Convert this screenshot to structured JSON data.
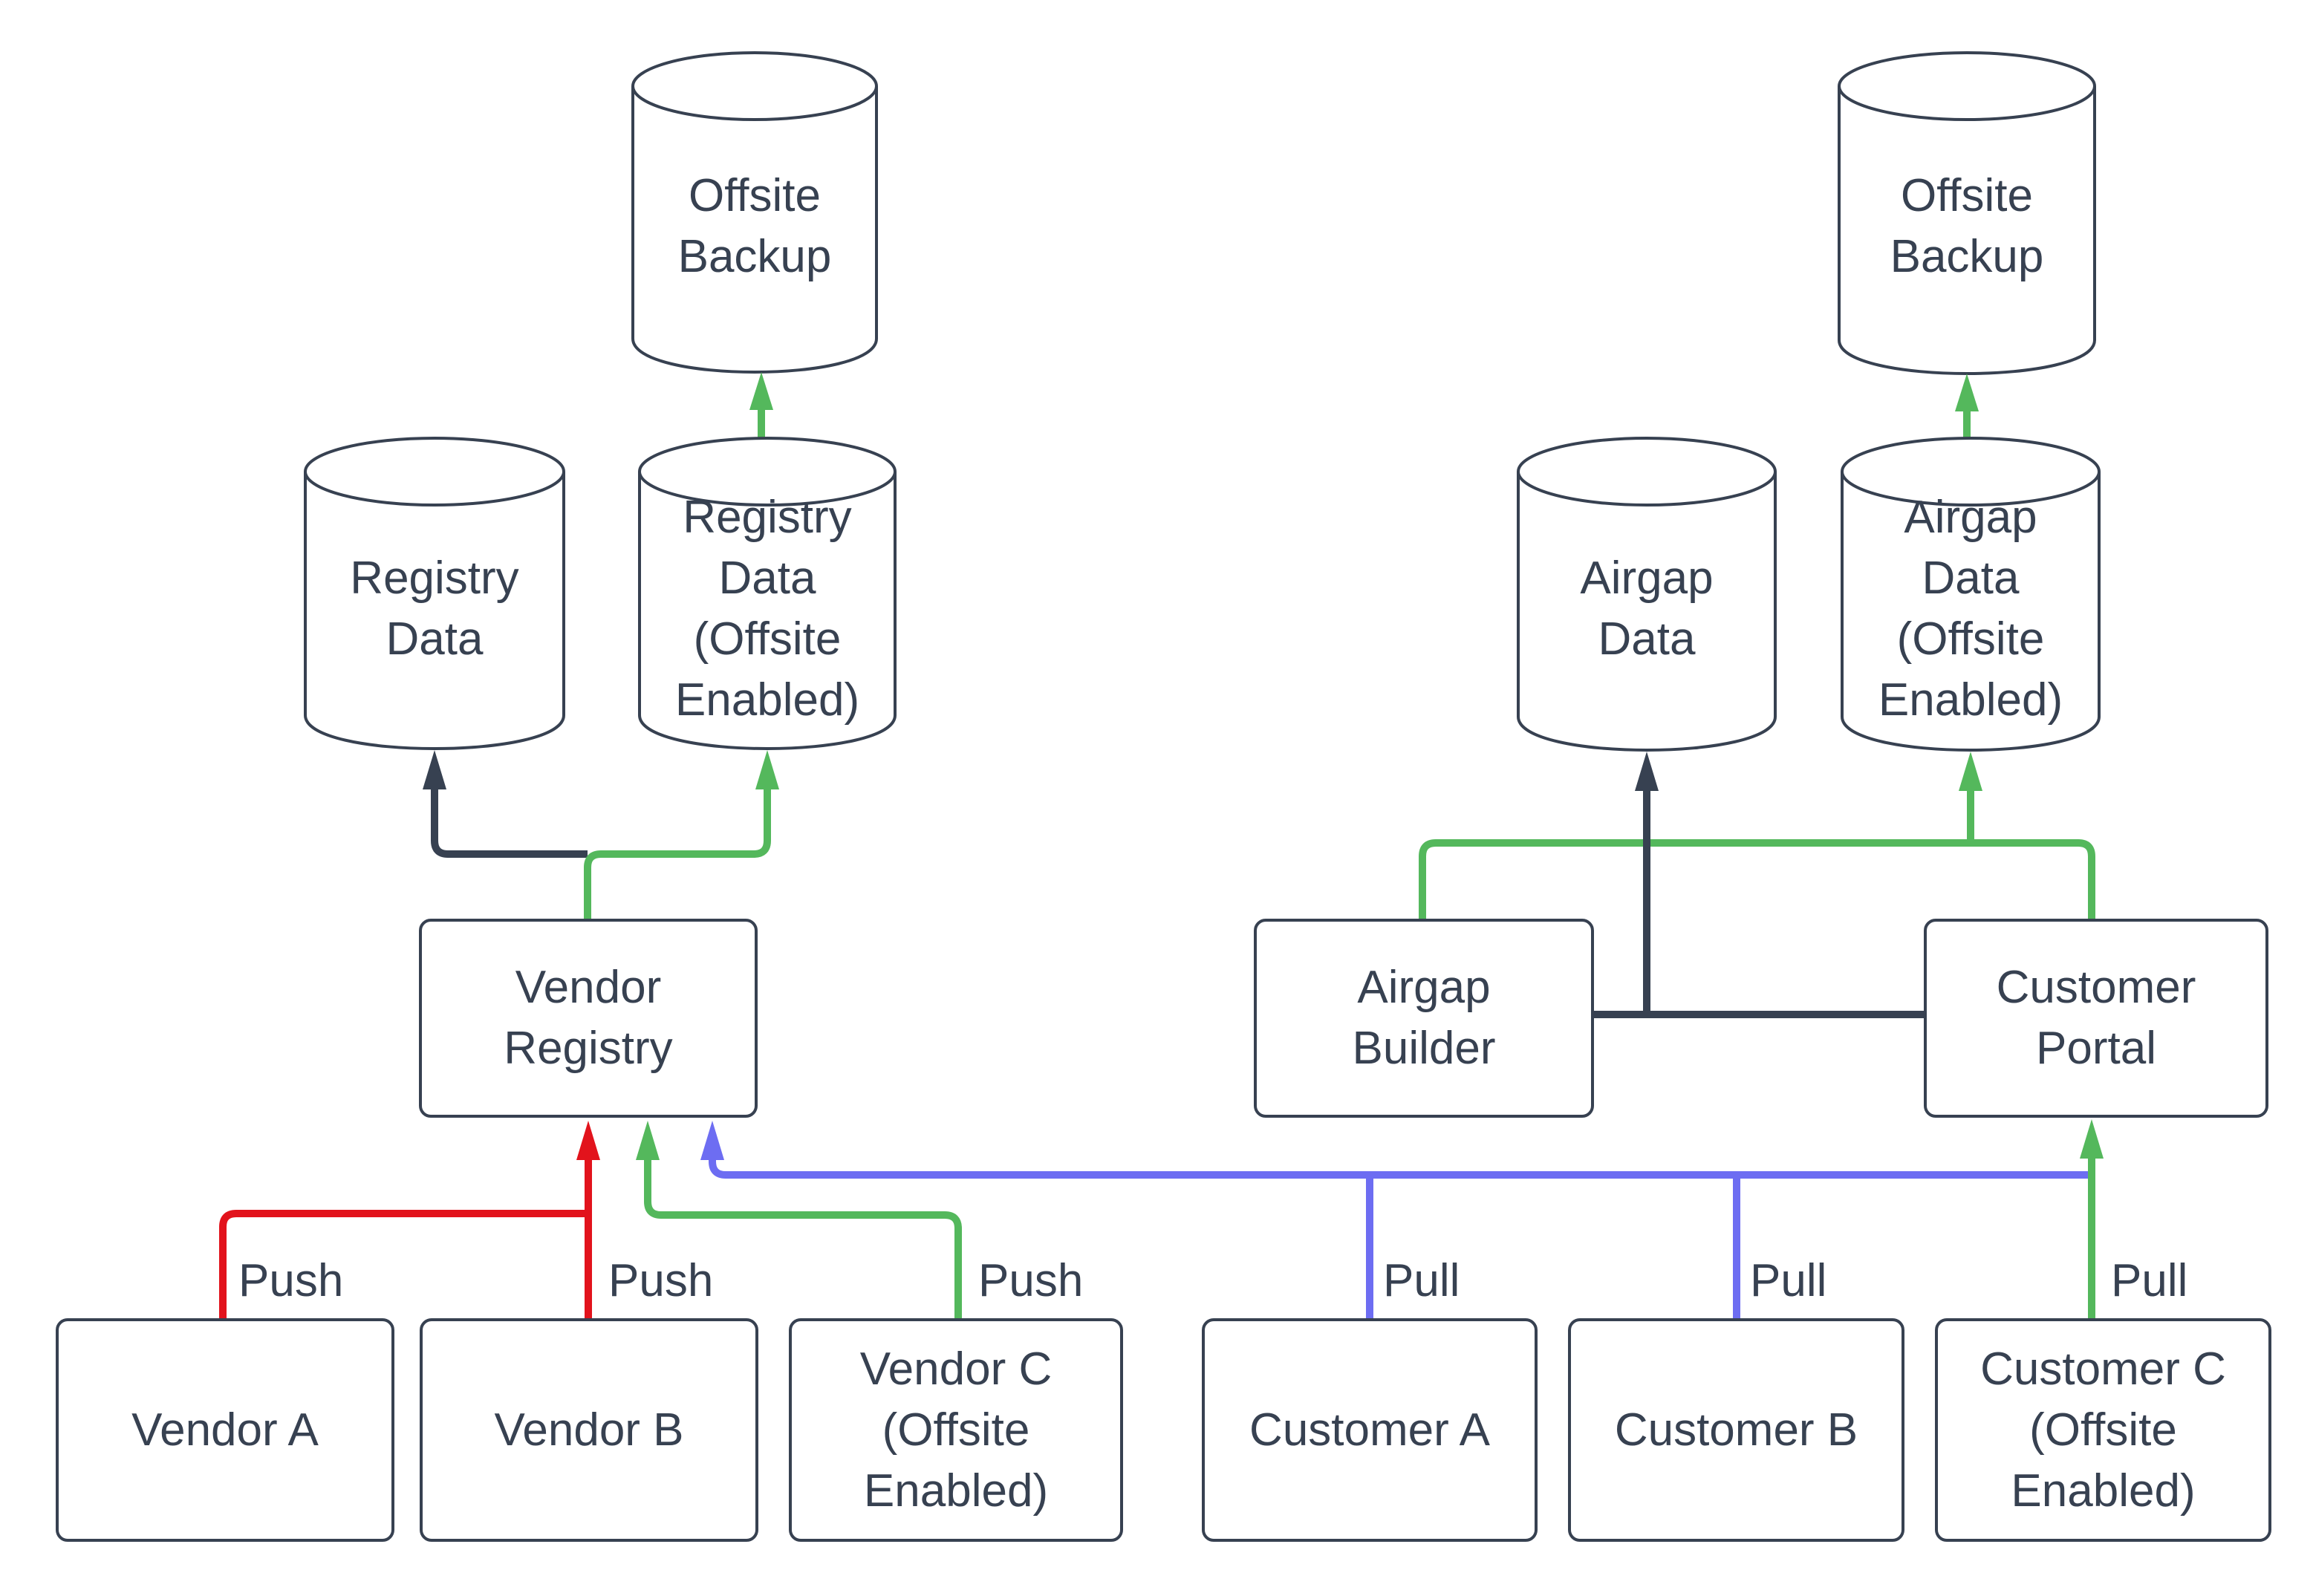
{
  "diagram_type": "flowchart",
  "colors": {
    "stroke": "#374151",
    "text": "#374151",
    "red": "#E2131C",
    "green": "#54B85C",
    "blue": "#6D6DF2",
    "fill": "#FFFFFF"
  },
  "nodes": {
    "offsite_backup_left": {
      "shape": "cylinder",
      "lines": [
        "Offsite",
        "Backup"
      ]
    },
    "registry_data": {
      "shape": "cylinder",
      "lines": [
        "Registry",
        "Data"
      ]
    },
    "registry_data_offsite": {
      "shape": "cylinder",
      "lines": [
        "Registry",
        "Data",
        "(Offsite",
        "Enabled)"
      ]
    },
    "vendor_registry": {
      "shape": "rect",
      "lines": [
        "Vendor",
        "Registry"
      ]
    },
    "vendor_a": {
      "shape": "rect",
      "lines": [
        "Vendor A"
      ]
    },
    "vendor_b": {
      "shape": "rect",
      "lines": [
        "Vendor B"
      ]
    },
    "vendor_c": {
      "shape": "rect",
      "lines": [
        "Vendor C",
        "(Offsite",
        "Enabled)"
      ]
    },
    "offsite_backup_right": {
      "shape": "cylinder",
      "lines": [
        "Offsite",
        "Backup"
      ]
    },
    "airgap_data": {
      "shape": "cylinder",
      "lines": [
        "Airgap",
        "Data"
      ]
    },
    "airgap_data_offsite": {
      "shape": "cylinder",
      "lines": [
        "Airgap",
        "Data",
        "(Offsite",
        "Enabled)"
      ]
    },
    "airgap_builder": {
      "shape": "rect",
      "lines": [
        "Airgap",
        "Builder"
      ]
    },
    "customer_portal": {
      "shape": "rect",
      "lines": [
        "Customer",
        "Portal"
      ]
    },
    "customer_a": {
      "shape": "rect",
      "lines": [
        "Customer A"
      ]
    },
    "customer_b": {
      "shape": "rect",
      "lines": [
        "Customer B"
      ]
    },
    "customer_c": {
      "shape": "rect",
      "lines": [
        "Customer C",
        "(Offsite",
        "Enabled)"
      ]
    }
  },
  "edge_labels": {
    "push_vendor_a": "Push",
    "push_vendor_b": "Push",
    "push_vendor_c": "Push",
    "pull_customer_a": "Pull",
    "pull_customer_b": "Pull",
    "pull_customer_c": "Pull"
  }
}
